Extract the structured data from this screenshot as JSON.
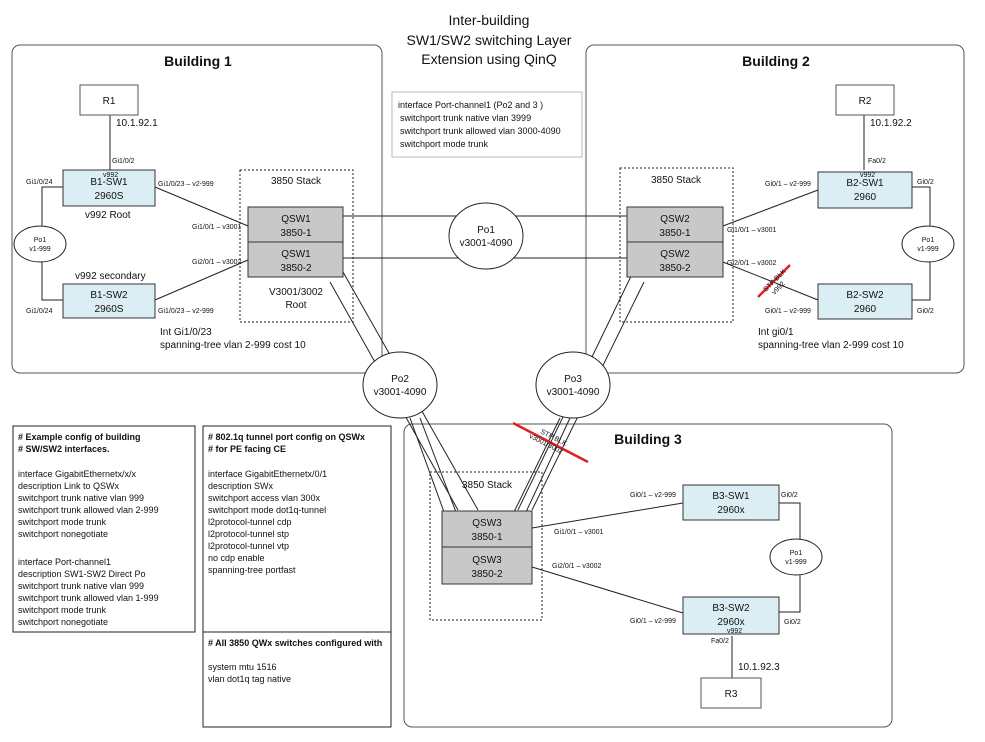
{
  "title": [
    "Inter-building",
    "SW1/SW2 switching Layer",
    "Extension using QinQ"
  ],
  "buildings": {
    "b1": "Building 1",
    "b2": "Building 2",
    "b3": "Building 3"
  },
  "stack_labels": {
    "s1": "3850 Stack",
    "s2": "3850 Stack",
    "s3": "3850 Stack"
  },
  "routers": {
    "r1": "R1",
    "r1_ip": "10.1.92.1",
    "r2": "R2",
    "r2_ip": "10.1.92.2",
    "r3": "R3",
    "r3_ip": "10.1.92.3"
  },
  "switches": {
    "b1sw1": [
      "B1-SW1",
      "2960S"
    ],
    "b1sw2": [
      "B1-SW2",
      "2960S"
    ],
    "b2sw1": [
      "B2-SW1",
      "2960"
    ],
    "b2sw2": [
      "B2-SW2",
      "2960"
    ],
    "b3sw1": [
      "B3-SW1",
      "2960x"
    ],
    "b3sw2": [
      "B3-SW2",
      "2960x"
    ],
    "qsw1a": [
      "QSW1",
      "3850-1"
    ],
    "qsw1b": [
      "QSW1",
      "3850-2"
    ],
    "qsw2a": [
      "QSW2",
      "3850-1"
    ],
    "qsw2b": [
      "QSW2",
      "3850-2"
    ],
    "qsw3a": [
      "QSW3",
      "3850-1"
    ],
    "qsw3b": [
      "QSW3",
      "3850-2"
    ]
  },
  "portchannels": {
    "po1_center": [
      "Po1",
      "v3001-4090"
    ],
    "po2": [
      "Po2",
      "v3001-4090"
    ],
    "po3": [
      "Po3",
      "v3001-4090"
    ],
    "po1_b1": [
      "Po1",
      "v1-999"
    ],
    "po1_b2": [
      "Po1",
      "v1-999"
    ],
    "po1_b3": [
      "Po1",
      "v1-999"
    ]
  },
  "ports": {
    "b1_r1": "Gi1/0/2",
    "b1_v992": "v992",
    "b1_gi24a": "Gi1/0/24",
    "b1_gi24b": "Gi1/0/24",
    "b1_up1": "Gi1/0/23 – v2-999",
    "b1_up2": "Gi1/0/23 – v2-999",
    "q1_in1": "Gi1/0/1 – v3001",
    "q1_in2": "Gi2/0/1 – v3002",
    "b1_root": "v992 Root",
    "b1_sec": "v992 secondary",
    "q1_root": [
      "V3001/3002",
      "Root"
    ],
    "b1_int": [
      "Int Gi1/0/23",
      "spanning-tree vlan 2-999 cost 10"
    ],
    "b2_r2": "Fa0/2",
    "b2_v992": "v992",
    "b2_gi02a": "Gi0/2",
    "b2_gi02b": "Gi0/2",
    "b2_up1": "Gi0/1 – v2-999",
    "b2_up2": "Gi0/1 – v2-999",
    "q2_in1": "Gi1/0/1 – v3001",
    "q2_in2": "Gi2/0/1 – v3002",
    "b2_blk": [
      "STP BLK",
      "v992"
    ],
    "b2_int": [
      "Int gi0/1",
      "spanning-tree vlan 2-999 cost 10"
    ],
    "b3_blk": [
      "STP BLK",
      "v3001/3002"
    ],
    "b3_q1": "Gi1/0/1 – v3001",
    "b3_q2": "Gi2/0/1 – v3002",
    "b3_up1": "Gi0/1 – v2-999",
    "b3_up2": "Gi0/1 – v2-999",
    "b3_gi02a": "Gi0/2",
    "b3_gi02b": "Gi0/2",
    "b3_fa": "Fa0/2",
    "b3_v992": "v992"
  },
  "po_config": [
    "interface Port-channel1  (Po2 and 3 )",
    "switchport trunk native vlan 3999",
    "switchport trunk allowed vlan 3000-4090",
    "switchport mode trunk"
  ],
  "config_building": [
    "# Example config of building",
    "# SW/SW2 interfaces.",
    "",
    "interface GigabitEthernetx/x/x",
    " description Link to QSWx",
    " switchport trunk native vlan 999",
    " switchport trunk allowed vlan 2-999",
    " switchport mode trunk",
    " switchport nonegotiate",
    "",
    "interface Port-channel1",
    " description SW1-SW2 Direct Po",
    " switchport trunk native vlan 999",
    " switchport trunk allowed vlan 1-999",
    " switchport mode trunk",
    " switchport nonegotiate"
  ],
  "config_tunnel": [
    "# 802.1q tunnel  port config on QSWx",
    "# for PE facing CE",
    "",
    "interface GigabitEthernetx/0/1",
    " description SWx",
    " switchport access vlan 300x",
    " switchport mode dot1q-tunnel",
    " l2protocol-tunnel cdp",
    " l2protocol-tunnel stp",
    " l2protocol-tunnel vtp",
    " no cdp enable",
    " spanning-tree portfast"
  ],
  "config_3850": [
    "# All 3850 QWx switches configured with",
    "",
    "system mtu 1516",
    "vlan dot1q tag native"
  ]
}
